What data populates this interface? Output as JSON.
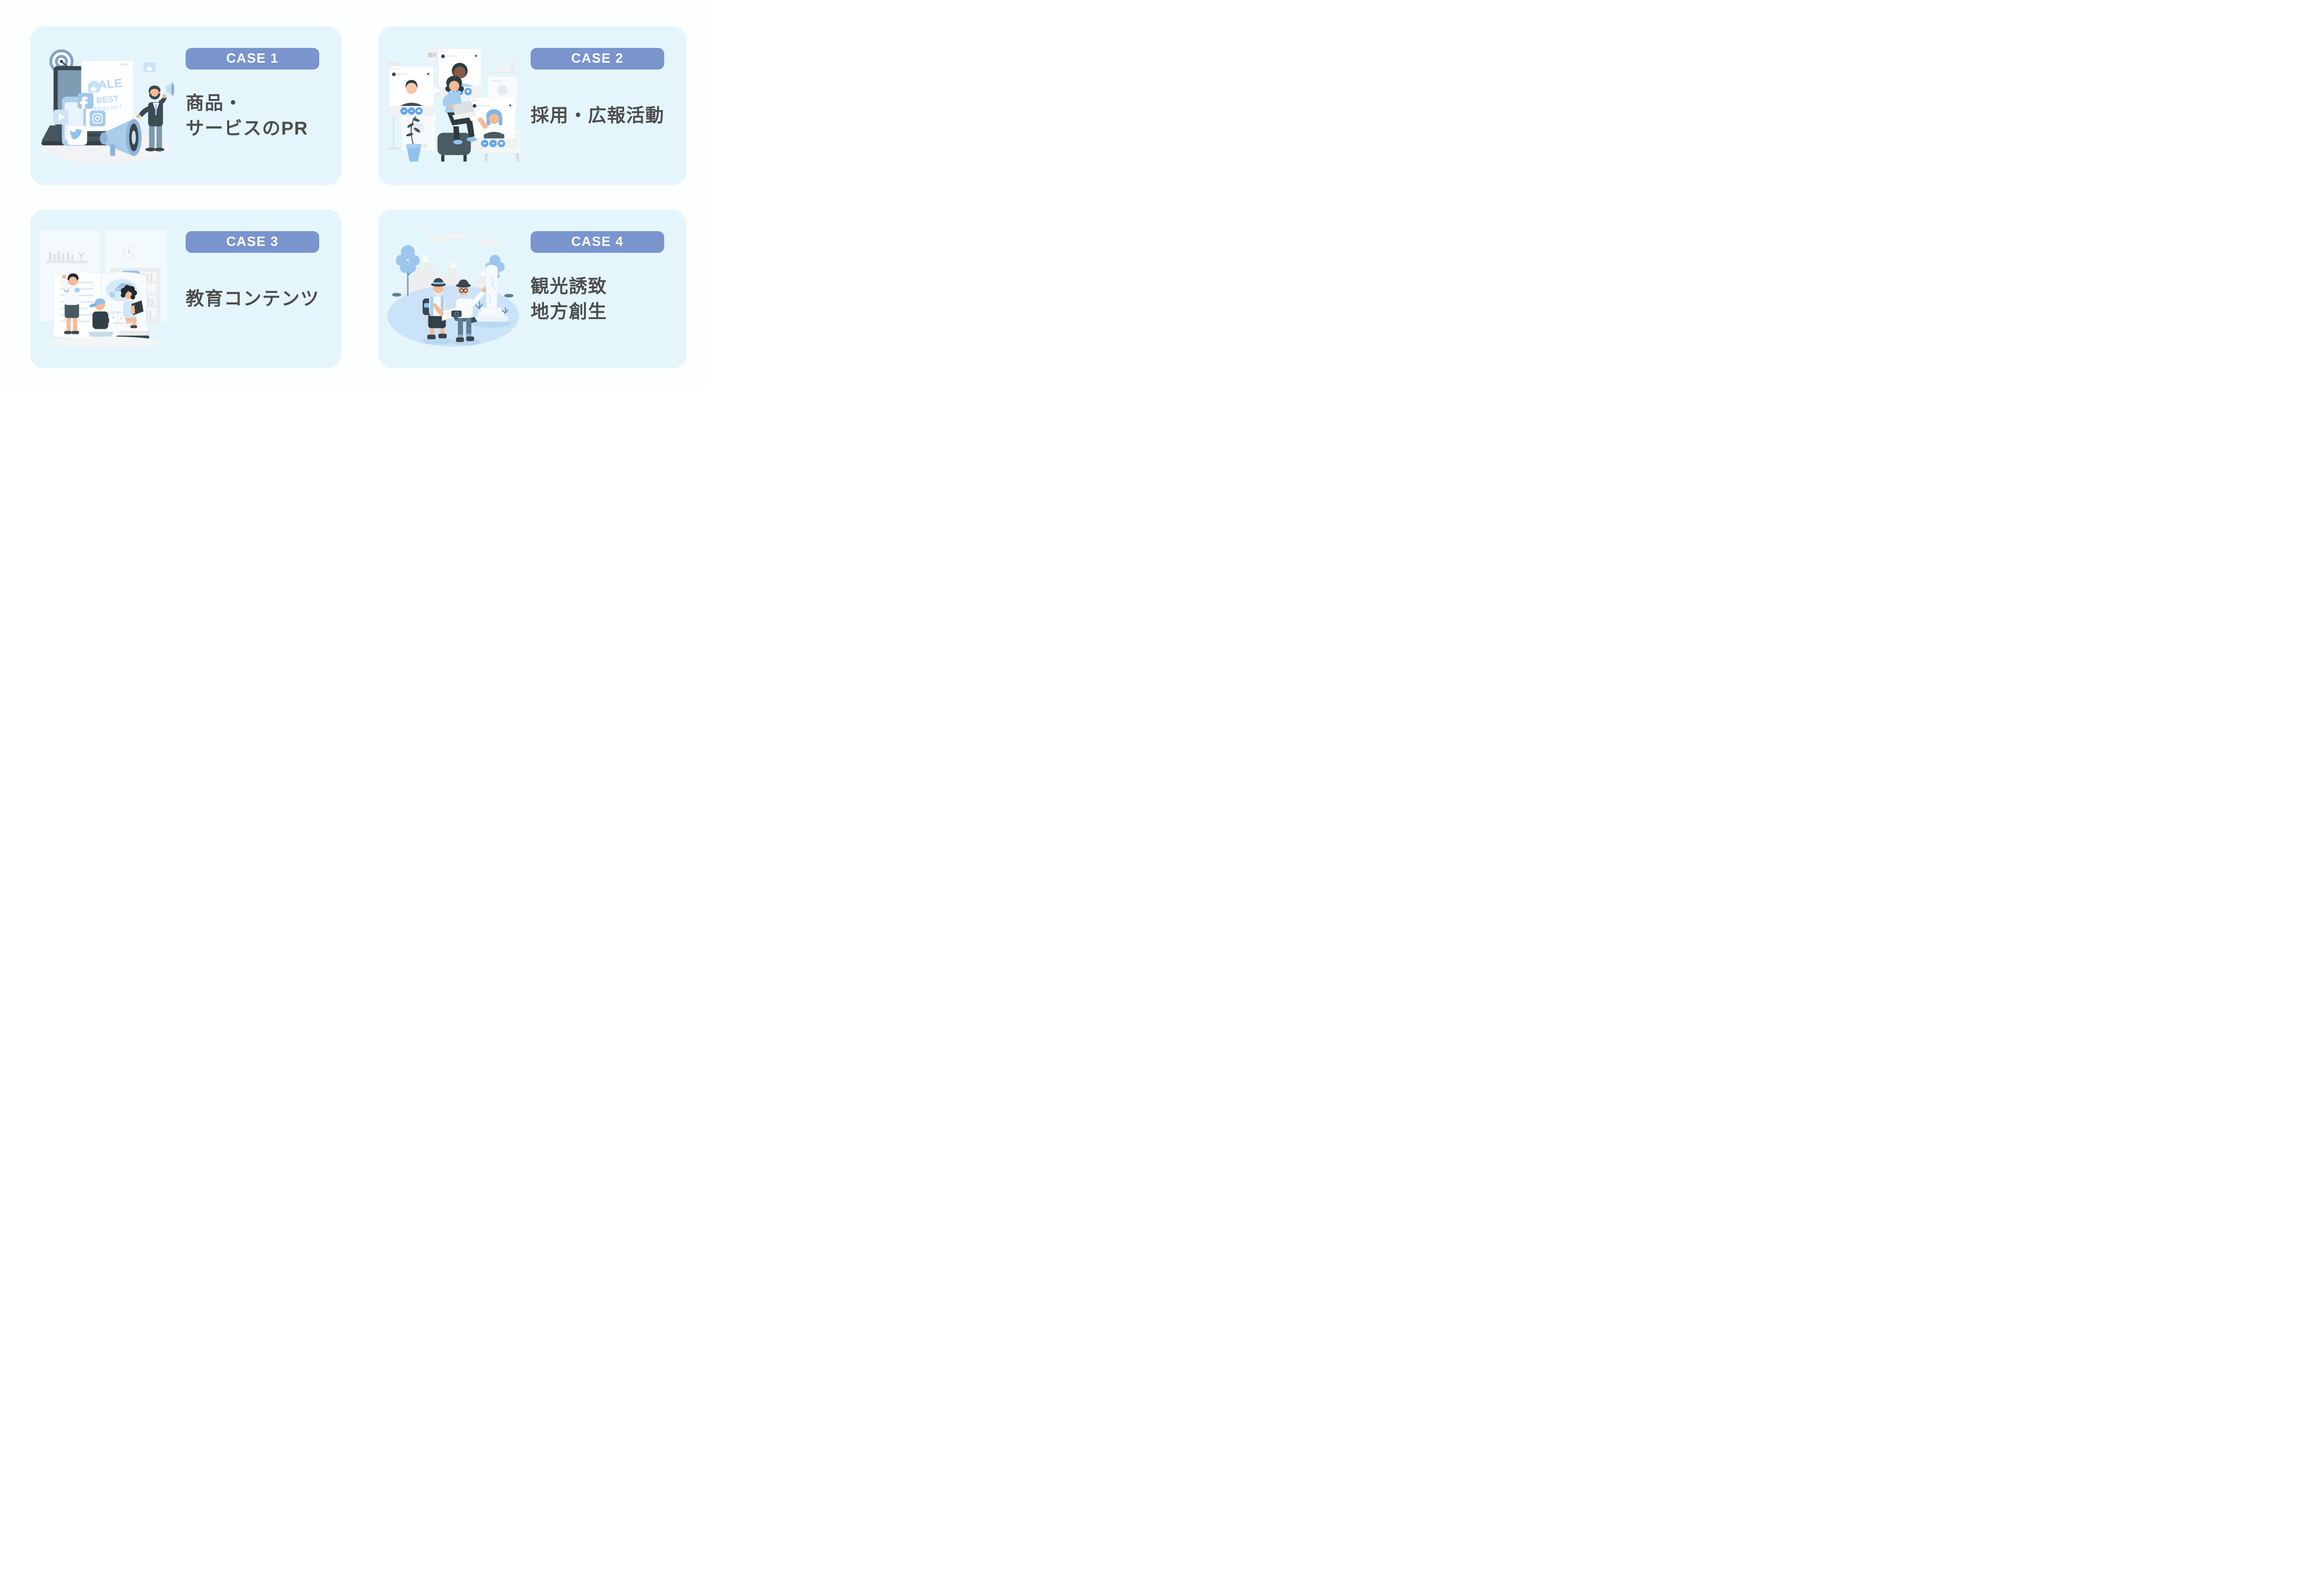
{
  "page": {
    "background": "#FDFEFE",
    "layout": "four-case-infographic"
  },
  "colors": {
    "card_bg": "#E4F6FC",
    "badge_bg": "#7A94CE",
    "badge_text": "#FFFFFF",
    "title_text": "#4D4D4D",
    "illustration_dark": "#39464E",
    "illustration_blue": "#9CC6EE",
    "illustration_steel": "#7FA3C7",
    "call_button_blue": "#64A7E8",
    "skin_tone": "#F6BA95"
  },
  "icons": [
    "dartboard-icon",
    "like-icon",
    "facebook-icon",
    "instagram-icon",
    "twitter-icon",
    "play-icon",
    "megaphone-icon",
    "video-camera-icon",
    "phone-icon",
    "check-icon",
    "camera-icon",
    "clock-icon"
  ],
  "cards": [
    {
      "id": "case-1",
      "badge": "CASE 1",
      "title_lines": [
        "商品・",
        "サービスのPR"
      ],
      "illustration": "product-service-pr-marketing",
      "screen_lines": [
        "SALE",
        "BEST",
        "PRODUCT"
      ]
    },
    {
      "id": "case-2",
      "badge": "CASE 2",
      "title_lines": [
        "採用・広報活動"
      ],
      "illustration": "recruiting-pr-video-call"
    },
    {
      "id": "case-3",
      "badge": "CASE 3",
      "title_lines": [
        "教育コンテンツ"
      ],
      "illustration": "education-content-kids-reading"
    },
    {
      "id": "case-4",
      "badge": "CASE 4",
      "title_lines": [
        "観光誘致",
        "地方創生"
      ],
      "illustration": "tourism-regional-revitalization"
    }
  ]
}
